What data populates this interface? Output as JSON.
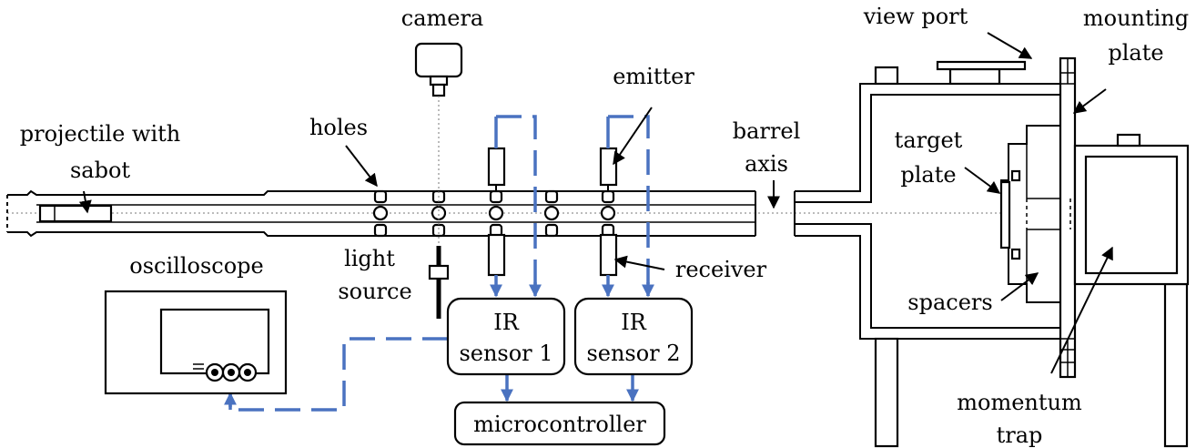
{
  "labels": {
    "camera": "camera",
    "emitter": "emitter",
    "holes": "holes",
    "projectile_line1": "projectile with",
    "projectile_line2": "sabot",
    "barrel_line1": "barrel",
    "barrel_line2": "axis",
    "light_line1": "light",
    "light_line2": "source",
    "receiver": "receiver",
    "oscilloscope": "oscilloscope",
    "view_port": "view port",
    "mounting_line1": "mounting",
    "mounting_line2": "plate",
    "target_line1": "target",
    "target_line2": "plate",
    "spacers": "spacers",
    "momentum_line1": "momentum",
    "momentum_line2": "trap"
  },
  "boxes": {
    "ir1_line1": "IR",
    "ir1_line2": "sensor 1",
    "ir2_line1": "IR",
    "ir2_line2": "sensor 2",
    "microcontroller": "microcontroller"
  },
  "colors": {
    "wire": "#4a72c0",
    "outline": "#000000"
  }
}
